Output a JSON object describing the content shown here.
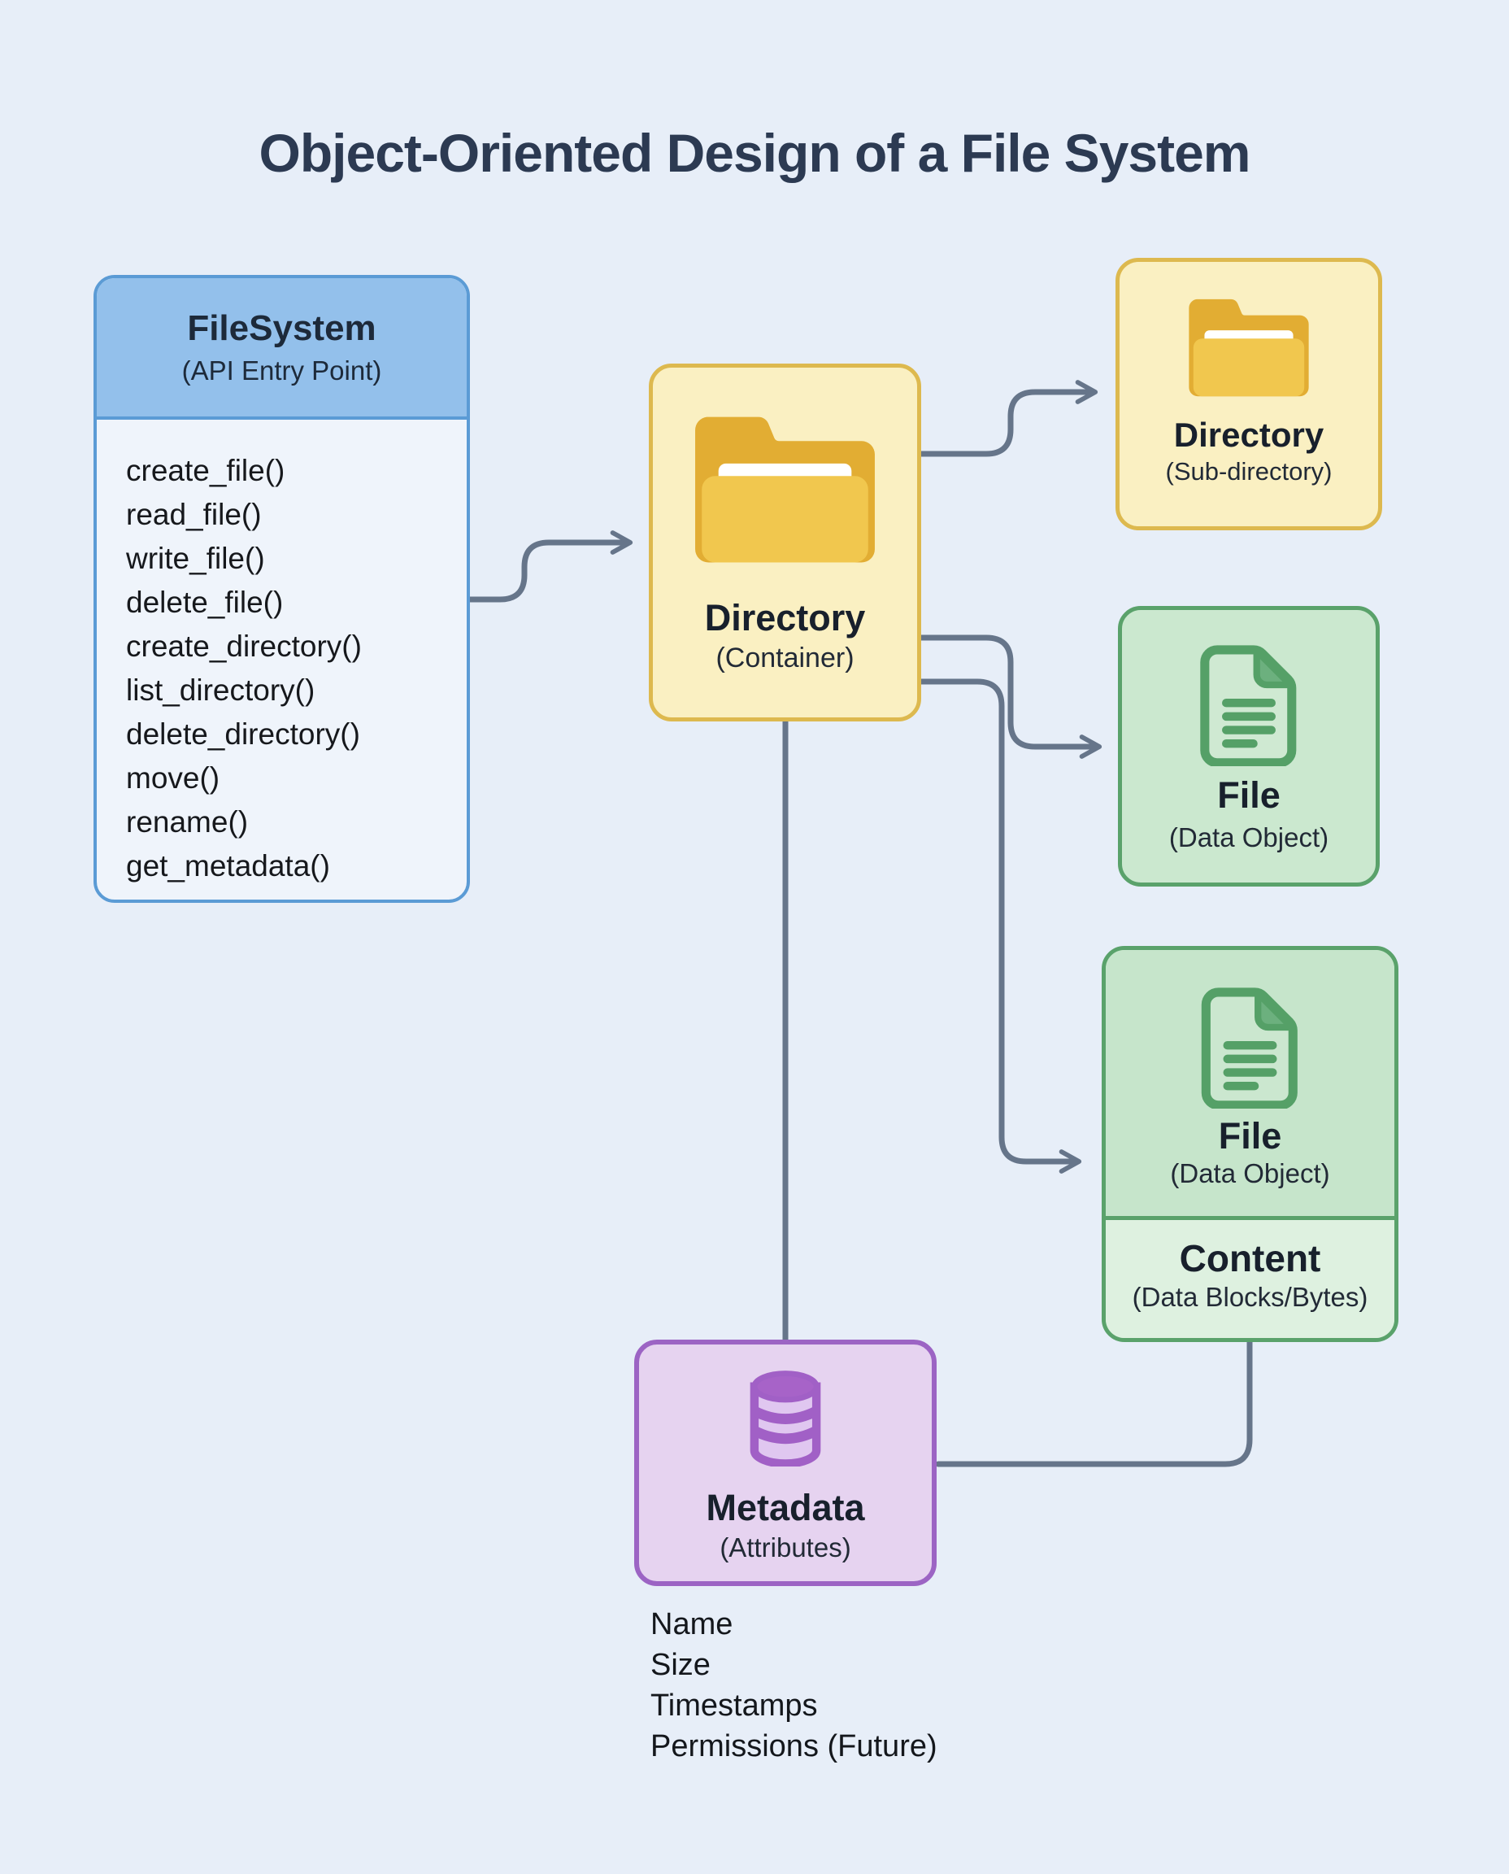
{
  "page_title": "Object-Oriented Design of a File System",
  "nodes": {
    "filesystem": {
      "title": "FileSystem",
      "subtitle": "(API Entry Point)",
      "methods": [
        "create_file()",
        "read_file()",
        "write_file()",
        "delete_file()",
        "create_directory()",
        "list_directory()",
        "delete_directory()",
        "move()",
        "rename()",
        "get_metadata()"
      ]
    },
    "directory": {
      "title": "Directory",
      "subtitle": "(Container)"
    },
    "subdirectory": {
      "title": "Directory",
      "subtitle": "(Sub-directory)"
    },
    "file": {
      "title": "File",
      "subtitle": "(Data Object)"
    },
    "file_with_content": {
      "title": "File",
      "subtitle": "(Data Object)",
      "content_title": "Content",
      "content_subtitle": "(Data Blocks/Bytes)"
    },
    "metadata": {
      "title": "Metadata",
      "subtitle": "(Attributes)",
      "attributes": [
        "Name",
        "Size",
        "Timestamps",
        "Permissions (Future)"
      ]
    }
  },
  "colors": {
    "page_background": "#e7eef8",
    "title_text": "#2c3a52",
    "filesystem_header": "#93c0eb",
    "filesystem_border": "#5b9bd5",
    "directory_fill": "#faf0c2",
    "directory_border": "#ddb94f",
    "folder_icon_front": "#f1c74e",
    "folder_icon_back": "#e2ad33",
    "file_fill": "#cbe8cf",
    "file_border": "#5aa26b",
    "content_fill": "#def1e0",
    "metadata_fill": "#e6d3f0",
    "metadata_border": "#9c64c4",
    "database_icon": "#a263c8",
    "connector": "#66758a"
  }
}
